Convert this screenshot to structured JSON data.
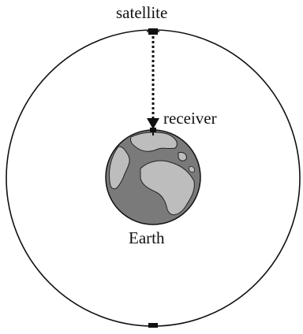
{
  "labels": {
    "satellite": "satellite",
    "receiver": "receiver",
    "earth": "Earth"
  },
  "colors": {
    "line": "#111111",
    "ocean": "#7a7a7a",
    "land": "#bdbdbd",
    "background": "#ffffff"
  }
}
